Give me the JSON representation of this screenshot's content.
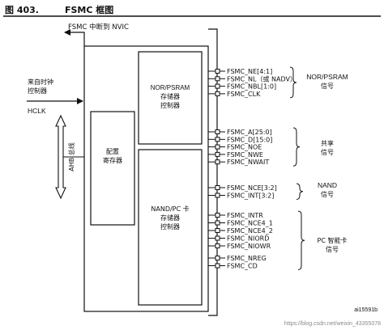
{
  "figure": {
    "number": "图 403.",
    "title": "FSMC 框图",
    "id": "ai15591b",
    "watermark": "https://blog.csdn.net/weixin_43355078"
  },
  "inputs": {
    "nvic": "FSMC 中断到 NVIC",
    "clock_source": [
      "来自时钟",
      "控制器"
    ],
    "hclk": "HCLK",
    "ahb_bus": "AHB 总线"
  },
  "blocks": {
    "config": [
      "配置",
      "寄存器"
    ],
    "nor": [
      "NOR/PSRAM",
      "存储器",
      "控制器"
    ],
    "nand": [
      "NAND/PC 卡",
      "存储器",
      "控制器"
    ]
  },
  "signals": {
    "nor": [
      "FSMC_NE[4:1]",
      "FSMC_NL（或 NADV）",
      "FSMC_NBL[1:0]",
      "FSMC_CLK"
    ],
    "shared": [
      "FSMC_A[25:0]",
      "FSMC_D[15:0]",
      "FSMC_NOE",
      "FSMC_NWE",
      "FSMC_NWAIT"
    ],
    "nand": [
      "FSMC_NCE[3:2]",
      "FSMC_INT[3:2]"
    ],
    "pc": [
      "FSMC_INTR",
      "FSMC_NCE4_1",
      "FSMC_NCE4_2",
      "FSMC_NIORD",
      "FSMC_NIOWR",
      "FSMC_NREG",
      "FSMC_CD"
    ]
  },
  "groups": {
    "nor": [
      "NOR/PSRAM",
      "信号"
    ],
    "shared": [
      "共享",
      "信号"
    ],
    "nand": [
      "NAND",
      "信号"
    ],
    "pc": [
      "PC 智能卡",
      "信号"
    ]
  }
}
